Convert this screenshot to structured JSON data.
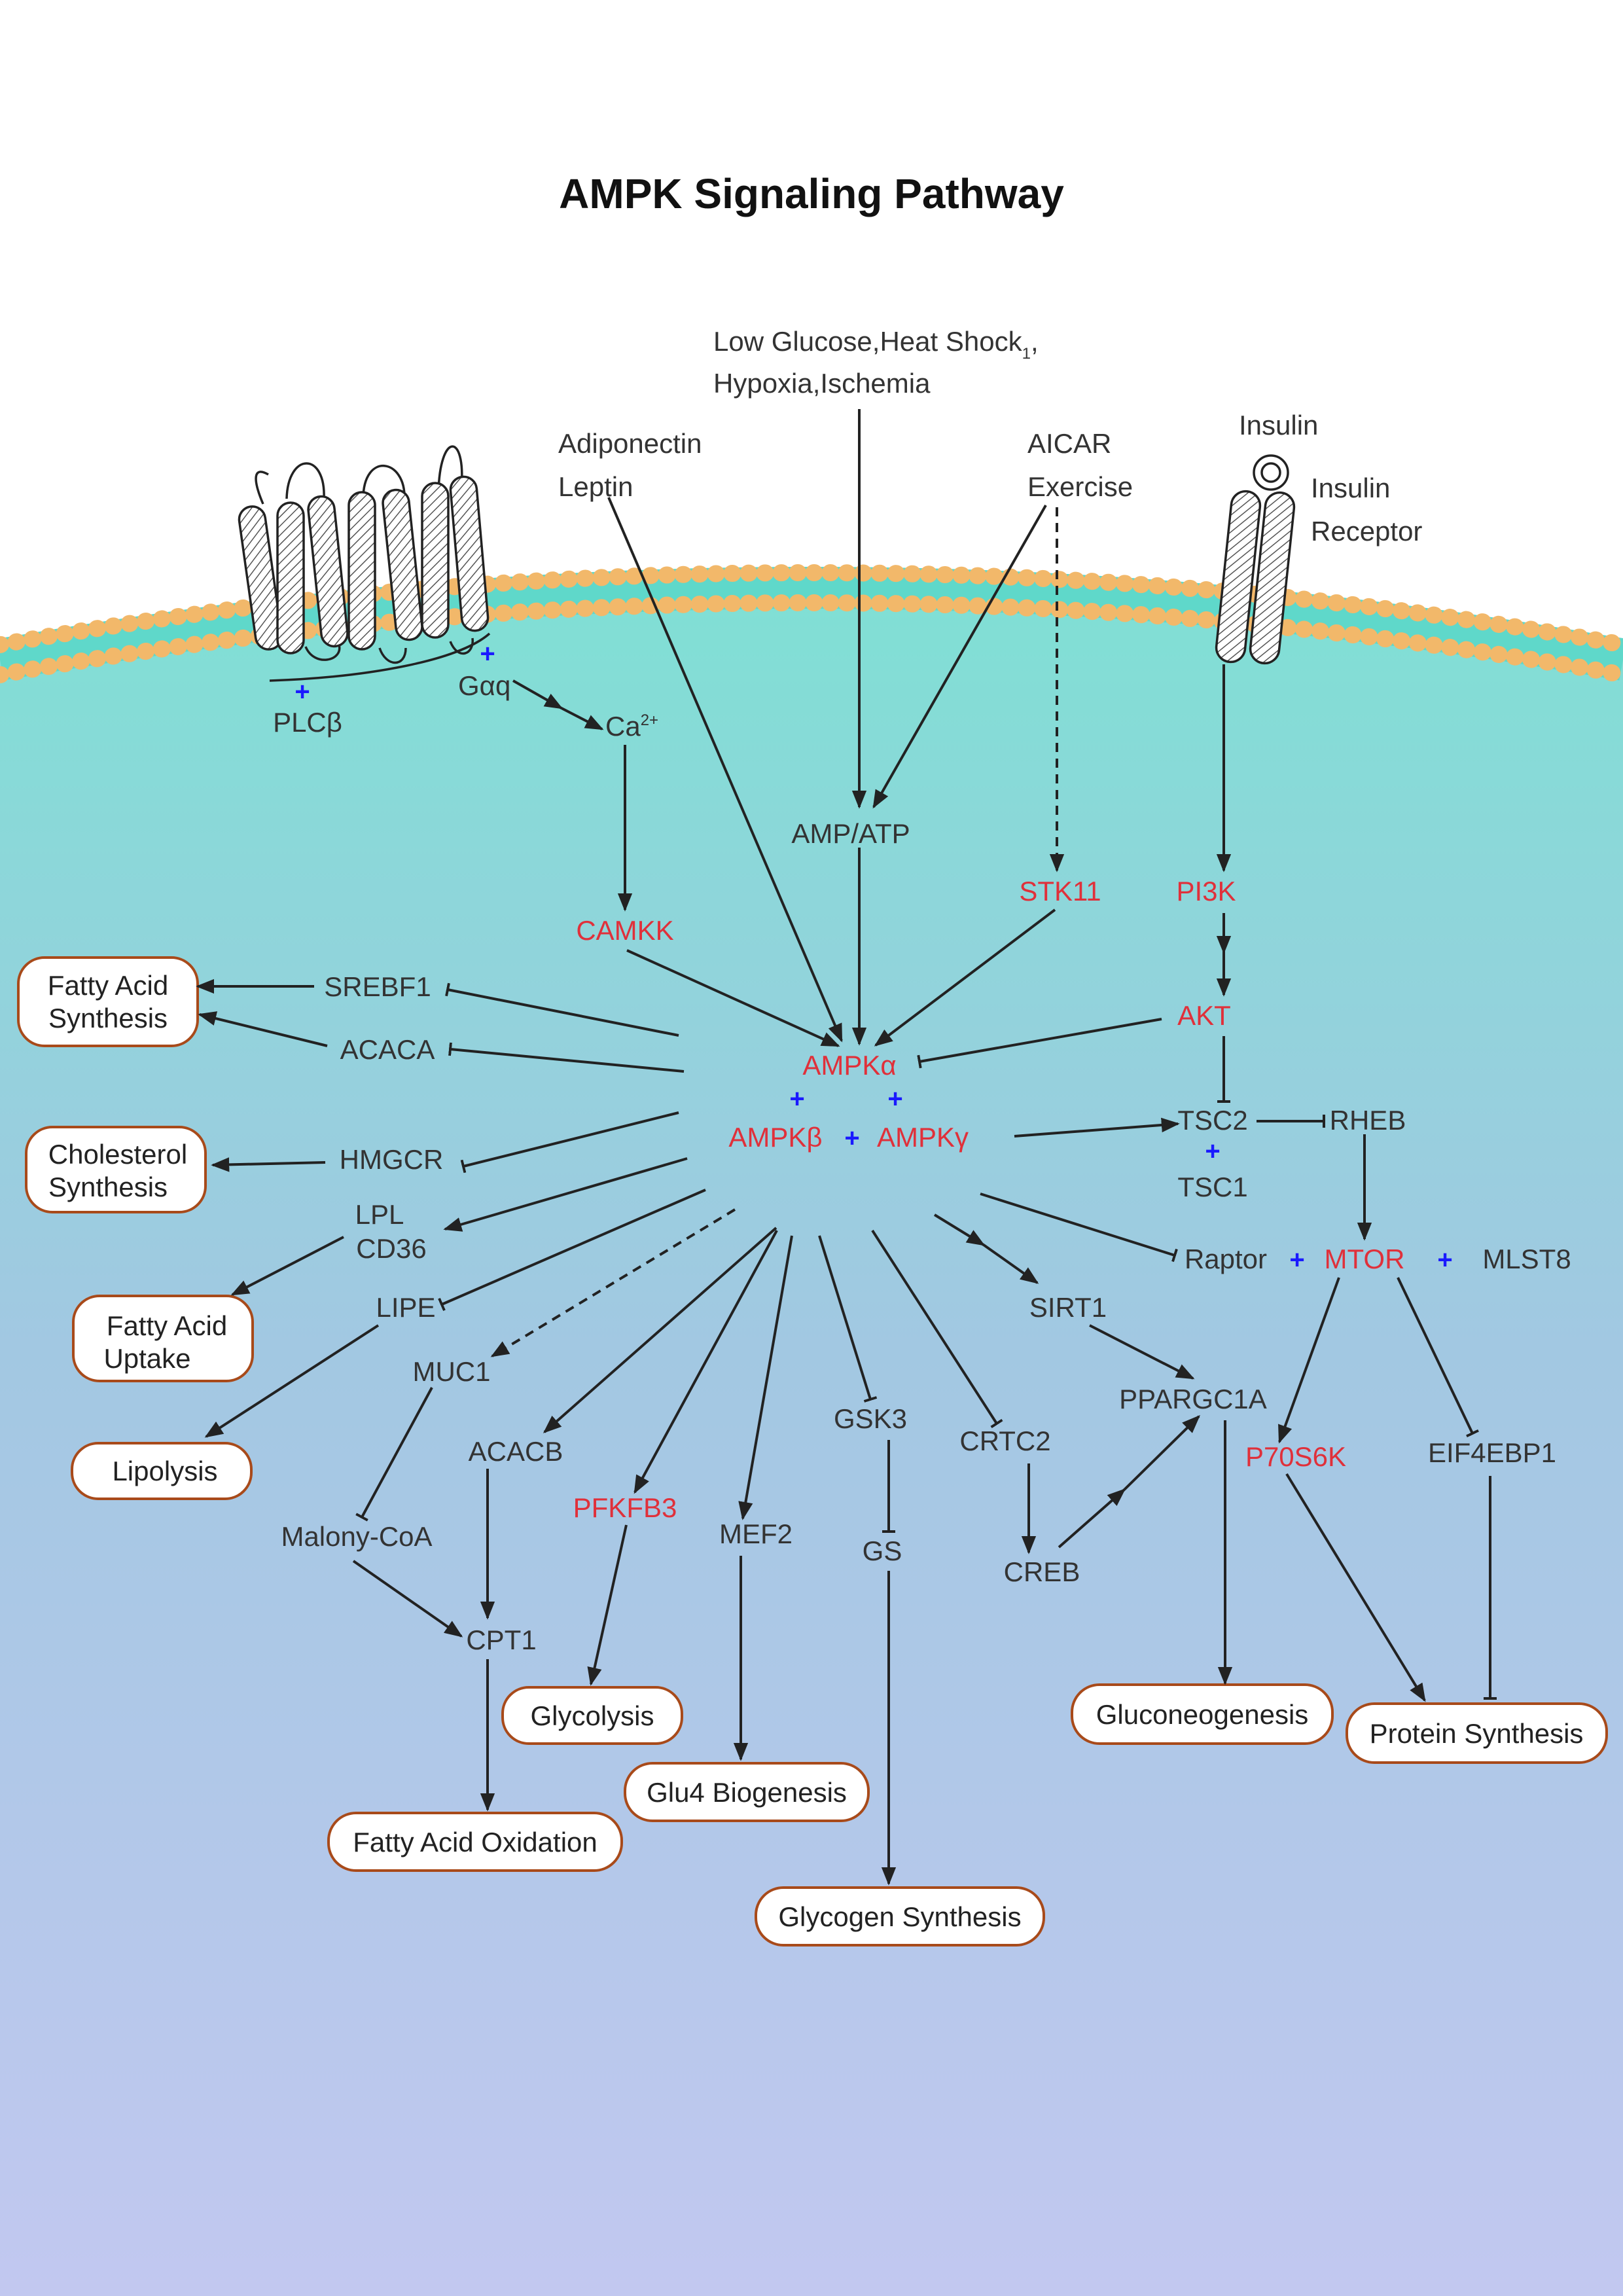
{
  "title": "AMPK Signaling Pathway",
  "colors": {
    "membrane_head": "#f2b86a",
    "cytoplasm_top": "#7fe0d4",
    "cytoplasm_bottom": "#c2c8f0",
    "activator_text": "#e0303a",
    "plus_sign": "#1a1aff",
    "process_box_border": "#a84a1a"
  },
  "stimuli": {
    "glucose_line1": "Low Glucose,Heat Shock",
    "glucose_sub": "1",
    "glucose_comma": ",",
    "glucose_line2": "Hypoxia,Ischemia",
    "adiponectin": "Adiponectin",
    "leptin": "Leptin",
    "aicar": "AICAR",
    "exercise": "Exercise",
    "insulin": "Insulin",
    "insulin_receptor_1": "Insulin",
    "insulin_receptor_2": "Receptor"
  },
  "nodes": {
    "plcb": "PLCβ",
    "gaq": "Gαq",
    "ca": "Ca",
    "ca_sup": "2+",
    "camkk": "CAMKK",
    "amp_atp": "AMP/ATP",
    "stk11": "STK11",
    "pi3k": "PI3K",
    "akt": "AKT",
    "ampka": "AMPKα",
    "ampkb": "AMPKβ",
    "ampkg": "AMPKγ",
    "srebf1": "SREBF1",
    "acaca": "ACACA",
    "hmgcr": "HMGCR",
    "lpl": "LPL",
    "cd36": "CD36",
    "lipe": "LIPE",
    "muc1": "MUC1",
    "malony_coa": "Malony-CoA",
    "acacb": "ACACB",
    "cpt1": "CPT1",
    "pfkfb3": "PFKFB3",
    "mef2": "MEF2",
    "gsk3": "GSK3",
    "gs": "GS",
    "crtc2": "CRTC2",
    "creb": "CREB",
    "sirt1": "SIRT1",
    "ppargc1a": "PPARGC1A",
    "tsc2": "TSC2",
    "tsc1": "TSC1",
    "rheb": "RHEB",
    "raptor": "Raptor",
    "mtor": "MTOR",
    "mlst8": "MLST8",
    "p70s6k": "P70S6K",
    "eif4ebp1": "EIF4EBP1",
    "plus": "+"
  },
  "processes": {
    "fatty_acid_synthesis_1": "Fatty Acid",
    "fatty_acid_synthesis_2": "Synthesis",
    "cholesterol_synthesis_1": "Cholesterol",
    "cholesterol_synthesis_2": "Synthesis",
    "fatty_acid_uptake_1": "Fatty Acid",
    "fatty_acid_uptake_2": "Uptake",
    "lipolysis": "Lipolysis",
    "glycolysis": "Glycolysis",
    "fatty_acid_oxidation": "Fatty Acid Oxidation",
    "glu4_biogenesis": "Glu4 Biogenesis",
    "glycogen_synthesis": "Glycogen Synthesis",
    "gluconeogenesis": "Gluconeogenesis",
    "protein_synthesis": "Protein Synthesis"
  }
}
